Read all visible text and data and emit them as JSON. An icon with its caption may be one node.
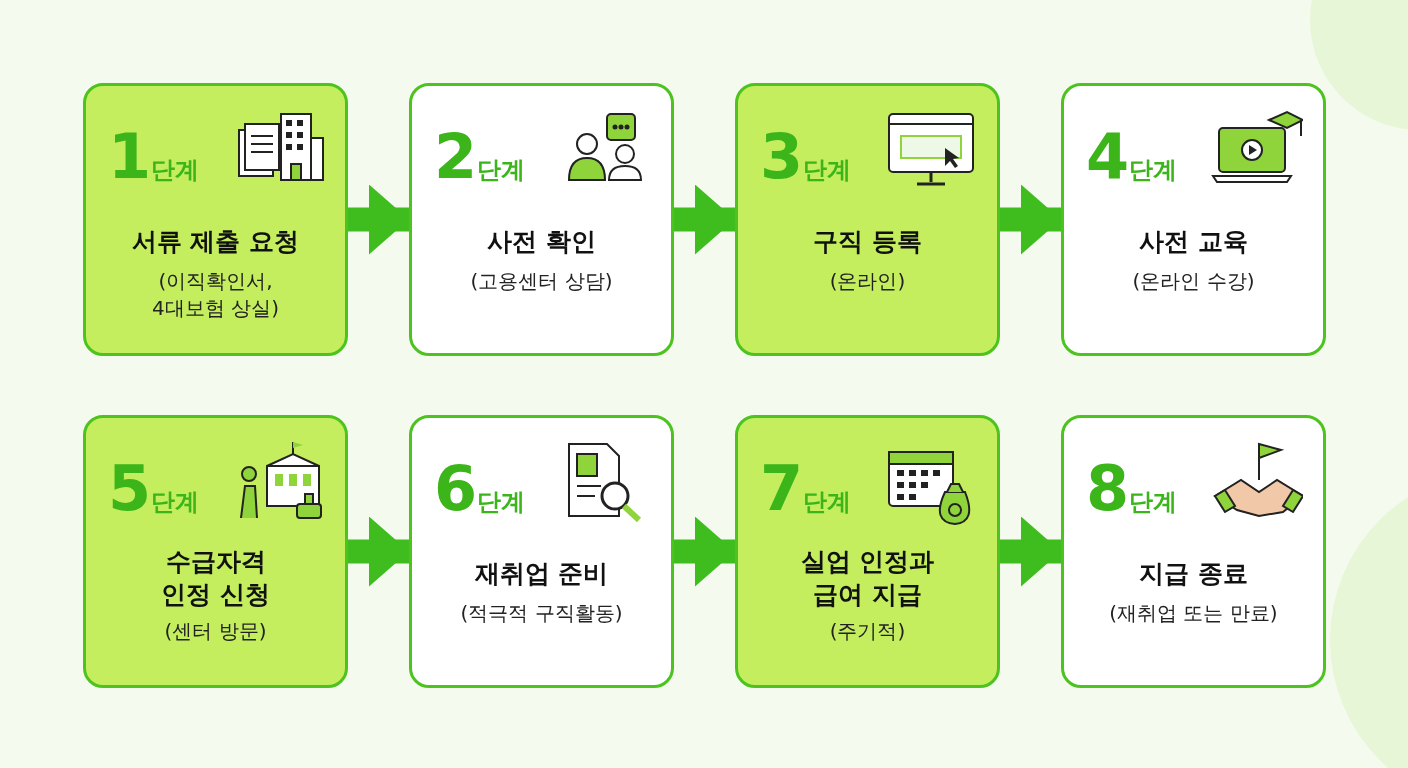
{
  "diagram": {
    "nodes": [
      {
        "text": [
          "1단계",
          "서류 제출 요청",
          "(이직확인서, 4대보험 상실)"
        ]
      },
      {
        "text": [
          "2단계",
          "사전 확인",
          "(고용센터 상담)"
        ]
      },
      {
        "text": [
          "3단계",
          "구직 등록",
          "(온라인)"
        ]
      },
      {
        "text": [
          "4단계",
          "사전 교육",
          "(온라인 수강)"
        ]
      },
      {
        "text": [
          "5단계",
          "수급자격 인정 신청",
          "(센터 방문)"
        ]
      },
      {
        "text": [
          "6단계",
          "재취업 준비",
          "(적극적 구직활동)"
        ]
      },
      {
        "text": [
          "7단계",
          "실업 인정과 급여 지급",
          "(주기적)"
        ]
      },
      {
        "text": [
          "8단계",
          "지급 종료",
          "(재취업 또는 만료)"
        ]
      }
    ],
    "edges": [
      {
        "from": 0,
        "to": 1,
        "arrow": "to"
      },
      {
        "from": 1,
        "to": 2,
        "arrow": "to"
      },
      {
        "from": 2,
        "to": 3,
        "arrow": "to"
      },
      {
        "from": 4,
        "to": 5,
        "arrow": "to"
      },
      {
        "from": 5,
        "to": 6,
        "arrow": "to"
      },
      {
        "from": 6,
        "to": 7,
        "arrow": "to"
      }
    ]
  }
}
